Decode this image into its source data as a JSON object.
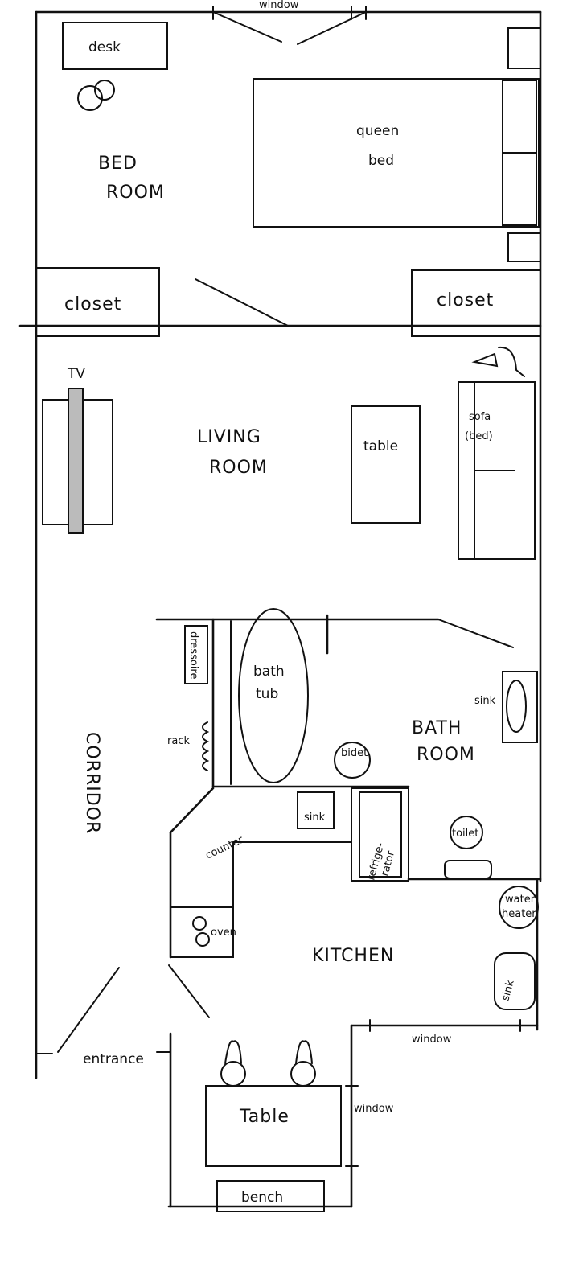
{
  "rooms": {
    "bedroom": [
      "BED",
      "ROOM"
    ],
    "living_room": [
      "LIVING",
      "ROOM"
    ],
    "bathroom": [
      "BATH",
      "ROOM"
    ],
    "corridor": "CORRIDOR",
    "kitchen": "KITCHEN"
  },
  "labels": {
    "window_top": "window",
    "desk": "desk",
    "queen_bed": [
      "queen",
      "bed"
    ],
    "closet_left": "closet",
    "closet_right": "closet",
    "tv": "TV",
    "table_living": "table",
    "sofa": [
      "sofa",
      "(bed)"
    ],
    "dressoire": "dressoire",
    "bath_tub": [
      "bath",
      "tub"
    ],
    "rack": "rack",
    "bidet": "bidet",
    "sink_bath": "sink",
    "sink_counter": "sink",
    "refrigerator": [
      "refrige-",
      "rator"
    ],
    "toilet": "toilet",
    "counter": "counter",
    "oven": "oven",
    "water_heater": [
      "water",
      "heater"
    ],
    "sink_kitchen": "sink",
    "window_kitchen": "window",
    "entrance": "entrance",
    "table_dining": "Table",
    "window_dining": "window",
    "bench": "bench"
  }
}
